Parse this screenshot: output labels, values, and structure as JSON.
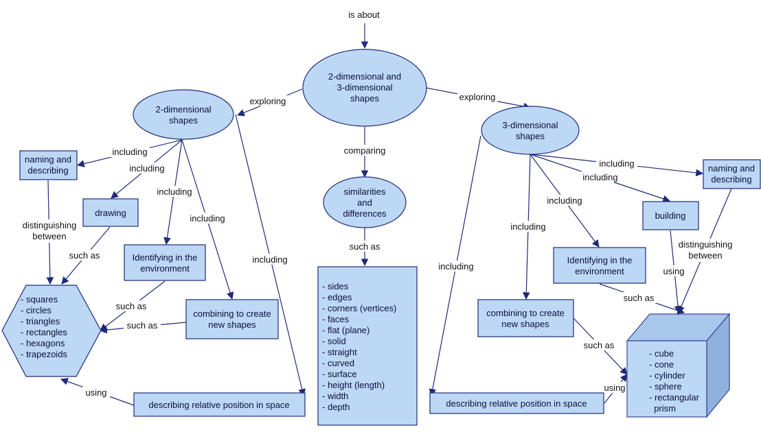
{
  "nodes": {
    "top_label": "is about",
    "main": [
      "2-dimensional and",
      "3-dimensional",
      "shapes"
    ],
    "two_d": [
      "2-dimensional",
      "shapes"
    ],
    "three_d": [
      "3-dimensional",
      "shapes"
    ],
    "similarities": [
      "similarities",
      "and",
      "differences"
    ],
    "naming_left": [
      "naming and",
      "describing"
    ],
    "drawing": [
      "drawing"
    ],
    "identifying_left": [
      "Identifying in the",
      "environment"
    ],
    "combining_left": [
      "combining to create",
      "new shapes"
    ],
    "describing_left": [
      "describing relative position in space"
    ],
    "shapes_2d_list": [
      "- squares",
      "- circles",
      "- triangles",
      "- rectangles",
      "- hexagons",
      "- trapezoids"
    ],
    "attributes_list": [
      "- sides",
      "- edges",
      "- corners (vertices)",
      "- faces",
      "- flat (plane)",
      "- solid",
      "- straight",
      "- curved",
      "- surface",
      "- height (length)",
      "- width",
      "- depth"
    ],
    "naming_right": [
      "naming and",
      "describing"
    ],
    "building": [
      "building"
    ],
    "identifying_right": [
      "Identifying in the",
      "environment"
    ],
    "combining_right": [
      "combining to create",
      "new shapes"
    ],
    "describing_right": [
      "describing relative position in space"
    ],
    "shapes_3d_list": [
      "- cube",
      "- cone",
      "- cylinder",
      "- sphere",
      "- rectangular",
      "  prism"
    ]
  },
  "links": {
    "exploring_left": "exploring",
    "exploring_right": "exploring",
    "comparing": "comparing",
    "such_as_center": "such as",
    "including_1": "including",
    "including_2": "including",
    "including_3": "including",
    "including_4": "including",
    "including_5": "including",
    "distinguishing_left": [
      "distinguishing",
      "between"
    ],
    "such_as_drawing": "such as",
    "such_as_identifying": "such as",
    "such_as_combining": "such as",
    "using_left": "using",
    "including_r1": "including",
    "including_r2": "including",
    "including_r3": "including",
    "including_r4": "including",
    "including_r5": "including",
    "distinguishing_right": [
      "distinguishing",
      "between"
    ],
    "using_building": "using",
    "such_as_identifying_r": "such as",
    "such_as_combining_r": "such as",
    "using_right": "using"
  },
  "colors": {
    "fill": "#bcd8f5",
    "stroke": "#1f2a78",
    "cube_side": "#8fb1dd",
    "cube_top": "#a9c7ea"
  }
}
